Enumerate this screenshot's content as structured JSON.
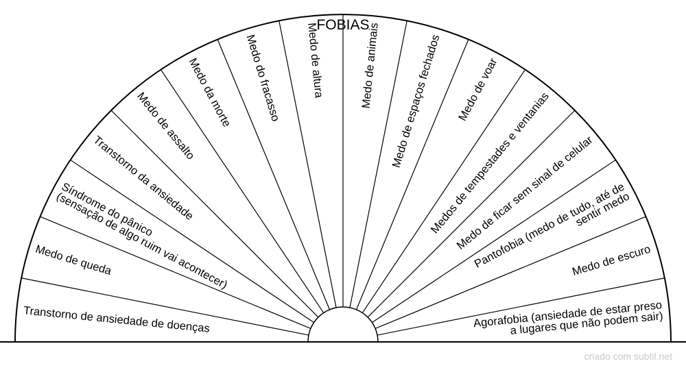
{
  "chart": {
    "title": "FOBIAS",
    "sectors": [
      [
        "Transtorno de ansiedade de doenças"
      ],
      [
        "Medo de queda"
      ],
      [
        "Síndrome do pânico",
        "(sensação de algo ruim vai acontecer)"
      ],
      [
        "Transtorno da ansiedade"
      ],
      [
        "Medo de assalto"
      ],
      [
        "Medo da morte"
      ],
      [
        "Medo do fracasso"
      ],
      [
        "Medo de altura"
      ],
      [
        "Medo de animais"
      ],
      [
        "Medo de espaços fechados"
      ],
      [
        "Medo de voar"
      ],
      [
        "Medos de tempestades e ventanias"
      ],
      [
        "Medo de ficar sem sinal de celular"
      ],
      [
        "Pantofobia (medo de tudo, até de",
        "sentir medo"
      ],
      [
        "Medo de escuro"
      ],
      [
        "Agorafobia (ansiedade de estar preso",
        "a lugares que não podem sair)"
      ]
    ],
    "colors": {
      "line": "#000000",
      "background": "#ffffff",
      "text": "#000000"
    }
  },
  "footer": {
    "credit": "criado com subtil.net"
  }
}
